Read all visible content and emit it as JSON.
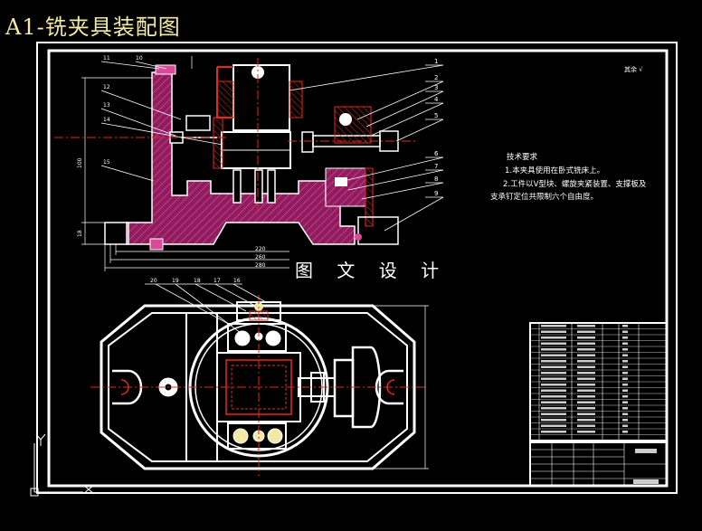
{
  "title": "A1-铣夹具装配图",
  "watermark": "图 文 设 计",
  "roughness_mark": "其余 √",
  "tech": {
    "heading": "技术要求",
    "line1": "1.本夹具使用在卧式铣床上。",
    "line2": "2.工件以V型块、螺旋夹紧装置、支撑板及",
    "line3": "支承钉定位共限制六个自由度。"
  },
  "leaders_right": [
    "1",
    "2",
    "3",
    "4",
    "5",
    "6",
    "7",
    "8",
    "9"
  ],
  "leaders_left": [
    "11",
    "10",
    "12",
    "13",
    "14",
    "15"
  ],
  "leaders_plan": [
    "20",
    "19",
    "18",
    "17",
    "16"
  ],
  "dims": {
    "d220": "220",
    "d260": "260",
    "d280": "280",
    "v100": "100",
    "v18": "18"
  },
  "colors": {
    "frame": "#ffffff",
    "hatch": "#b0206f",
    "red": "#e8281c",
    "yellow": "#f3e9a6"
  }
}
